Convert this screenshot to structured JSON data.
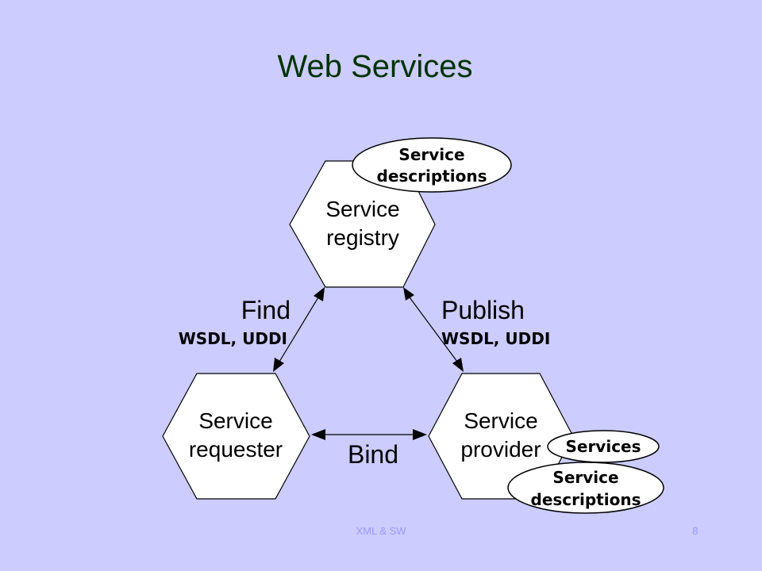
{
  "slide": {
    "title": "Web Services",
    "footer_left": "XML & SW",
    "footer_right": "8"
  },
  "diagram": {
    "nodes": {
      "registry": {
        "line1": "Service",
        "line2": "registry"
      },
      "requester": {
        "line1": "Service",
        "line2": "requester"
      },
      "provider": {
        "line1": "Service",
        "line2": "provider"
      }
    },
    "annotations": {
      "registry_descriptions": {
        "line1": "Service",
        "line2": "descriptions"
      },
      "provider_services": "Services",
      "provider_descriptions": {
        "line1": "Service",
        "line2": "descriptions"
      }
    },
    "edges": {
      "find": {
        "label": "Find",
        "sub": "WSDL, UDDI"
      },
      "publish": {
        "label": "Publish",
        "sub": "WSDL, UDDI"
      },
      "bind": {
        "label": "Bind"
      }
    }
  }
}
